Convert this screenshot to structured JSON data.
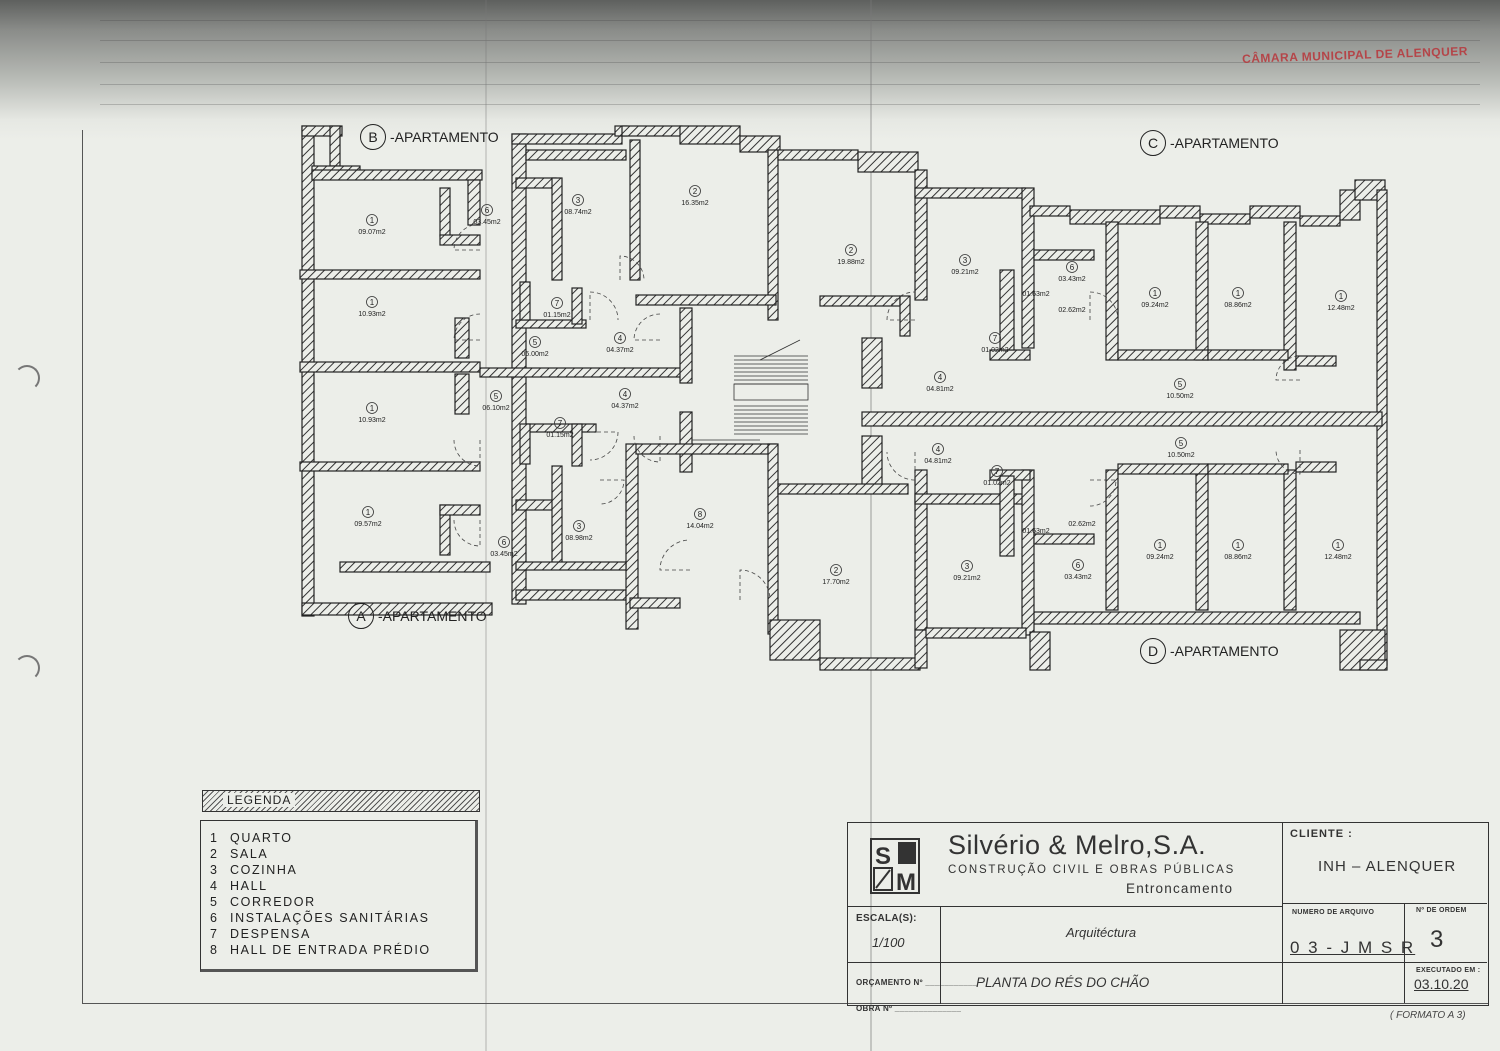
{
  "stamp": "CÂMARA MUNICIPAL DE ALENQUER",
  "apartments": [
    {
      "letter": "B",
      "text": "-APARTAMENTO"
    },
    {
      "letter": "C",
      "text": "-APARTAMENTO"
    },
    {
      "letter": "A",
      "text": "-APARTAMENTO"
    },
    {
      "letter": "D",
      "text": "-APARTAMENTO"
    }
  ],
  "rooms": [
    {
      "n": "1",
      "area": "09.07m2"
    },
    {
      "n": "6",
      "area": "03.45m2"
    },
    {
      "n": "3",
      "area": "08.74m2"
    },
    {
      "n": "2",
      "area": "16.35m2"
    },
    {
      "n": "2",
      "area": "19.88m2"
    },
    {
      "n": "3",
      "area": "09.21m2"
    },
    {
      "n": "6",
      "area": "03.43m2"
    },
    {
      "n": "1",
      "area": "09.24m2"
    },
    {
      "n": "1",
      "area": "08.86m2"
    },
    {
      "n": "1",
      "area": "12.48m2"
    },
    {
      "n": "1",
      "area": "10.93m2"
    },
    {
      "n": "7",
      "area": "01.15m2"
    },
    {
      "n": "5",
      "area": "06.00m2"
    },
    {
      "n": "4",
      "area": "04.37m2"
    },
    {
      "n": "",
      "area": "02.62m2"
    },
    {
      "n": "7",
      "area": "01.02m2"
    },
    {
      "n": "4",
      "area": "04.81m2"
    },
    {
      "n": "5",
      "area": "10.50m2"
    },
    {
      "n": "1",
      "area": "10.93m2"
    },
    {
      "n": "5",
      "area": "06.10m2"
    },
    {
      "n": "4",
      "area": "04.37m2"
    },
    {
      "n": "7",
      "area": "01.15m2"
    },
    {
      "n": "4",
      "area": "04.81m2"
    },
    {
      "n": "5",
      "area": "10.50m2"
    },
    {
      "n": "7",
      "area": "01.02m2"
    },
    {
      "n": "1",
      "area": "09.57m2"
    },
    {
      "n": "3",
      "area": "08.98m2"
    },
    {
      "n": "8",
      "area": "14.04m2"
    },
    {
      "n": "",
      "area": "02.62m2"
    },
    {
      "n": "1",
      "area": "09.24m2"
    },
    {
      "n": "1",
      "area": "08.86m2"
    },
    {
      "n": "1",
      "area": "12.48m2"
    },
    {
      "n": "6",
      "area": "03.45m2"
    },
    {
      "n": "2",
      "area": "17.70m2"
    },
    {
      "n": "3",
      "area": "09.21m2"
    },
    {
      "n": "6",
      "area": "03.43m2"
    },
    {
      "n": "",
      "area": "01.63m2"
    },
    {
      "n": "",
      "area": "01.63m2"
    }
  ],
  "legend": {
    "title": "LEGENDA",
    "items": [
      {
        "n": "1",
        "label": "QUARTO"
      },
      {
        "n": "2",
        "label": "SALA"
      },
      {
        "n": "3",
        "label": "COZINHA"
      },
      {
        "n": "4",
        "label": "HALL"
      },
      {
        "n": "5",
        "label": "CORREDOR"
      },
      {
        "n": "6",
        "label": "INSTALAÇÕES SANITÁRIAS"
      },
      {
        "n": "7",
        "label": "DESPENSA"
      },
      {
        "n": "8",
        "label": "HALL DE ENTRADA PRÉDIO"
      }
    ]
  },
  "title_block": {
    "firm": "Silvério & Melro,S.A.",
    "activity": "CONSTRUÇÃO CIVIL E OBRAS PÚBLICAS",
    "city": "Entroncamento",
    "client_label": "CLIENTE :",
    "client": "INH – ALENQUER",
    "scale_label": "ESCALA(S):",
    "scale": "1/100",
    "budget_label": "ORÇAMENTO Nº ___________",
    "works_label": "OBRA Nº ______________",
    "discipline": "Arquitéctura",
    "drawing_title": "PLANTA DO RÉS DO CHÃO",
    "archive_label": "NUMERO DE ARQUIVO",
    "archive_number": "0 3 - J M S R",
    "order_label": "Nº DE ORDEM",
    "order_number": "3",
    "date_label": "EXECUTADO EM :",
    "date": "03.10.20"
  },
  "format_note": "( FORMATO A 3)"
}
